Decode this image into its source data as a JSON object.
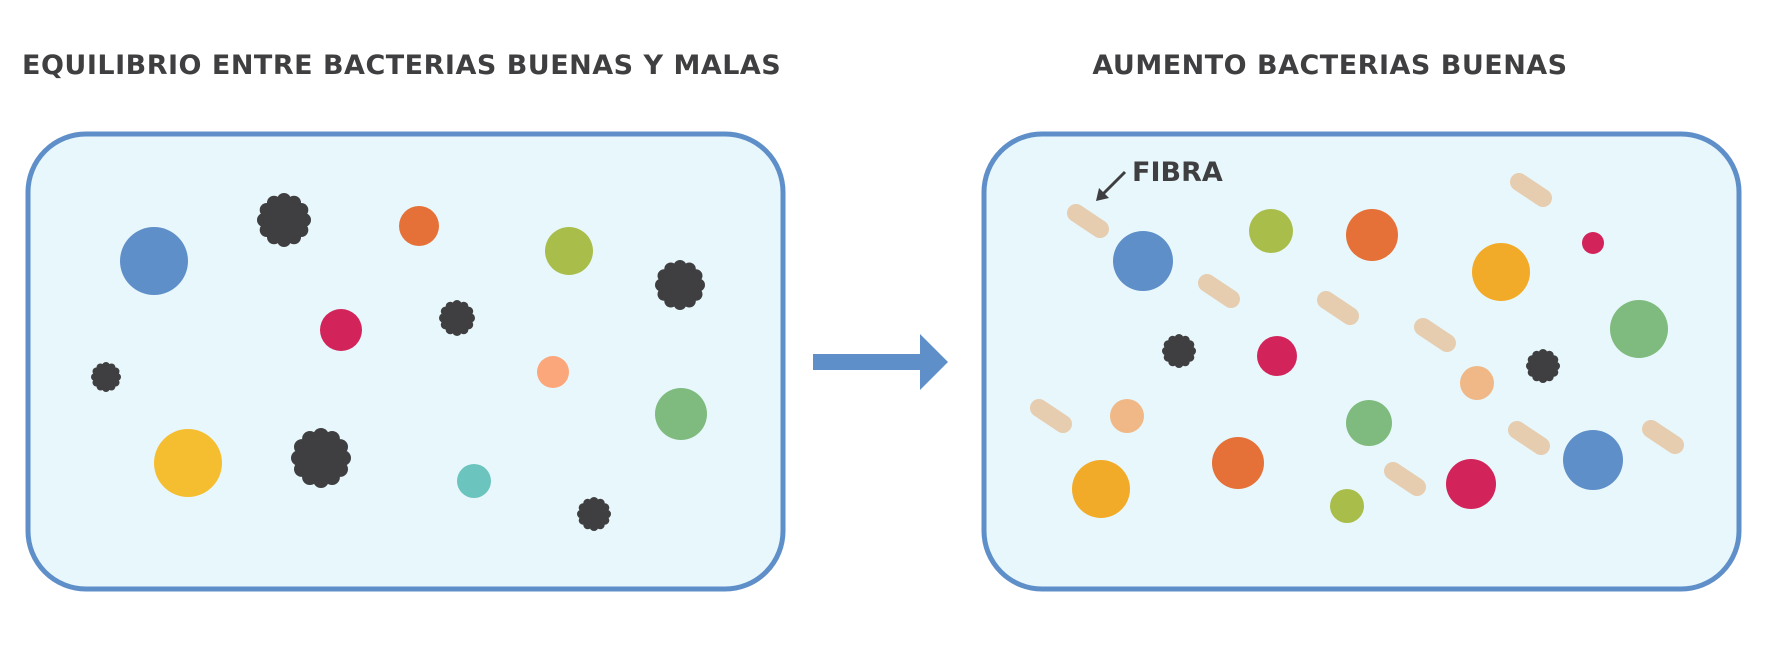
{
  "titles": {
    "left": "EQUILIBRIO ENTRE BACTERIAS BUENAS Y MALAS",
    "right": "AUMENTO BACTERIAS BUENAS"
  },
  "labels": {
    "fiber": "FIBRA"
  },
  "colors": {
    "panel_fill": "#e8f7fb",
    "panel_border": "#5f8fc9",
    "arrow": "#5f8fc9",
    "bad_bacteria": "#3f3f41",
    "fiber": "#e6cdb0",
    "label_text": "#3f3f41"
  },
  "icons": {
    "transition": "right-arrow-icon",
    "bad_bacteria": "spiky-bacteria-icon",
    "good_bacteria": "circle-bacteria-icon",
    "fiber": "fiber-capsule-icon",
    "pointer": "pointer-arrow-icon"
  }
}
